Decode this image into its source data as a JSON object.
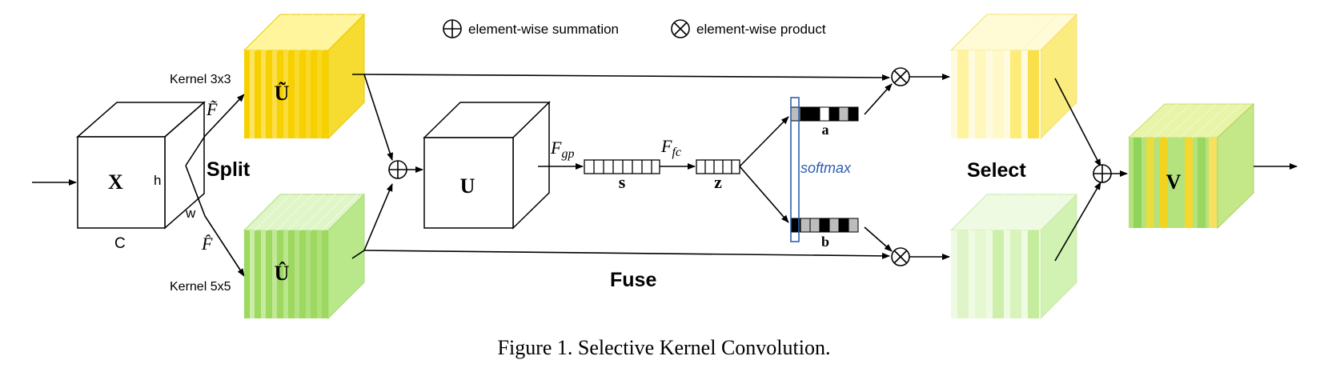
{
  "legend": {
    "sum_text": "element-wise summation",
    "product_text": "element-wise product"
  },
  "input": {
    "label": "X",
    "h_label": "h",
    "w_label": "w",
    "c_label": "C"
  },
  "branches": {
    "top_kernel": "Kernel 3x3",
    "bottom_kernel": "Kernel 5x5",
    "top_op": "F̃",
    "bottom_op": "F̂",
    "top_output": "Ũ",
    "bottom_output": "Û"
  },
  "stages": {
    "split": "Split",
    "fuse": "Fuse",
    "select": "Select"
  },
  "fuse": {
    "u_label": "U",
    "gp_label": "F",
    "gp_sub": "gp",
    "s_label": "s",
    "fc_label": "F",
    "fc_sub": "fc",
    "z_label": "z"
  },
  "attention": {
    "softmax": "softmax",
    "a_label": "a",
    "b_label": "b"
  },
  "output": {
    "label": "V"
  },
  "caption": "Figure 1. Selective Kernel Convolution.",
  "colors": {
    "yellow_dark": "#f5d000",
    "yellow_light": "#fff59a",
    "green_dark": "#9bd85f",
    "green_light": "#e0f6c8",
    "softmax_blue": "#2e5fb0"
  }
}
